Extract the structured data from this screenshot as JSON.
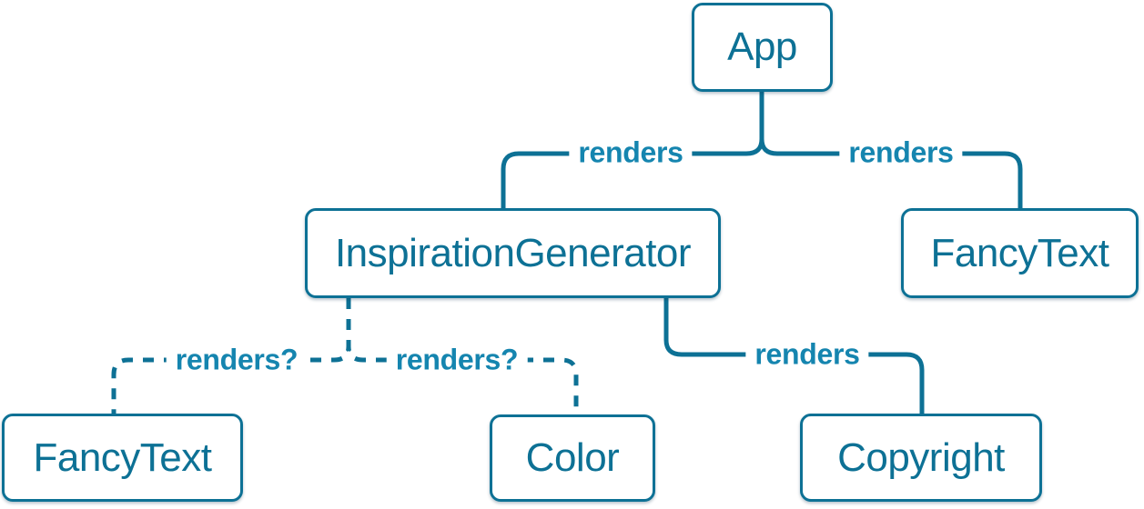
{
  "diagram": {
    "colors": {
      "primary": "#0d7195",
      "label": "#1585af",
      "node_background": "#ffffff",
      "page_background": "#ffffff"
    },
    "nodes": {
      "app": {
        "label": "App"
      },
      "inspiration_generator": {
        "label": "InspirationGenerator"
      },
      "fancy_text_top": {
        "label": "FancyText"
      },
      "fancy_text_bottom": {
        "label": "FancyText"
      },
      "color": {
        "label": "Color"
      },
      "copyright": {
        "label": "Copyright"
      }
    },
    "edges": {
      "app_to_inspiration_generator": {
        "label": "renders",
        "style": "solid"
      },
      "app_to_fancy_text": {
        "label": "renders",
        "style": "solid"
      },
      "inspiration_generator_to_fancy_text": {
        "label": "renders?",
        "style": "dashed"
      },
      "inspiration_generator_to_color": {
        "label": "renders?",
        "style": "dashed"
      },
      "inspiration_generator_to_copyright": {
        "label": "renders",
        "style": "solid"
      }
    }
  }
}
